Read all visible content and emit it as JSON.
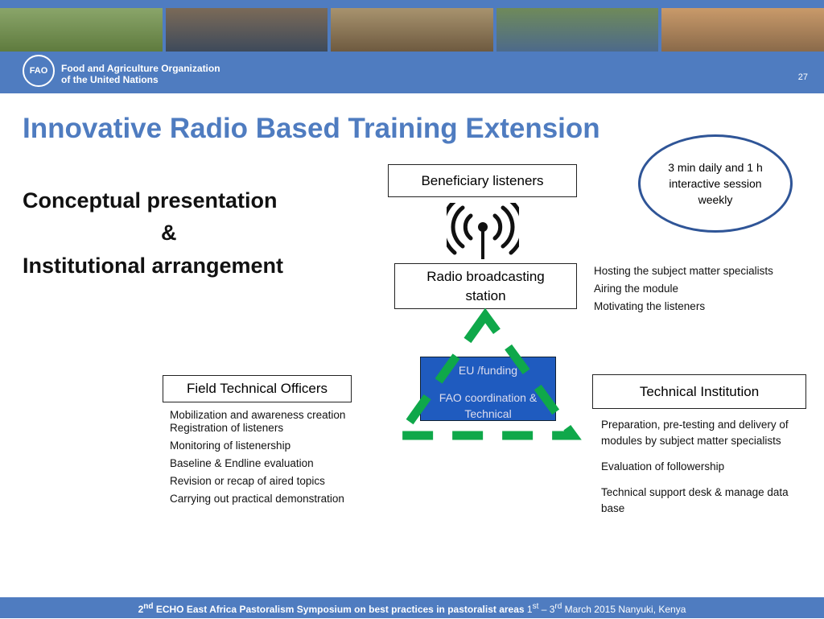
{
  "header": {
    "org_line1": "Food and Agriculture Organization",
    "org_line2": "of the United Nations",
    "logo_text": "FAO",
    "page_number": "27"
  },
  "title": "Innovative Radio Based Training Extension",
  "subtitle": {
    "line1": "Conceptual presentation",
    "line2": "&",
    "line3": "Institutional arrangement"
  },
  "oval": {
    "text": "3 min daily  and 1 h interactive session weekly"
  },
  "diagram": {
    "beneficiary": "Beneficiary listeners",
    "radio_station": "Radio broadcasting station",
    "radio_items": [
      "Hosting the subject matter specialists",
      "Airing the module",
      "Motivating the listeners"
    ],
    "eu_line1": "EU /funding",
    "eu_line2": "FAO coordination & Technical",
    "field_officers": "Field Technical Officers",
    "field_items": [
      "Mobilization and awareness creation",
      "Registration of listeners",
      "Monitoring of listenership",
      "Baseline &  Endline evaluation",
      "Revision or recap of aired topics",
      "Carrying out practical demonstration"
    ],
    "tech_institution": "Technical Institution",
    "tech_items": [
      "Preparation, pre-testing and delivery of modules by subject matter specialists",
      "Evaluation of followership",
      "Technical support desk & manage data base"
    ]
  },
  "footer": {
    "ord1": "2",
    "sup1": "nd",
    "main": " ECHO East Africa Pastoralism Symposium on best practices in pastoralist areas ",
    "d1": " 1",
    "sup2": "st",
    "d2": " – 3",
    "sup3": "rd",
    "rest": " March 2015 Nanyuki, Kenya"
  },
  "colors": {
    "brand": "#4f7cc0",
    "triangle": "#0fa84a",
    "eu_box": "#1f5bbf"
  }
}
